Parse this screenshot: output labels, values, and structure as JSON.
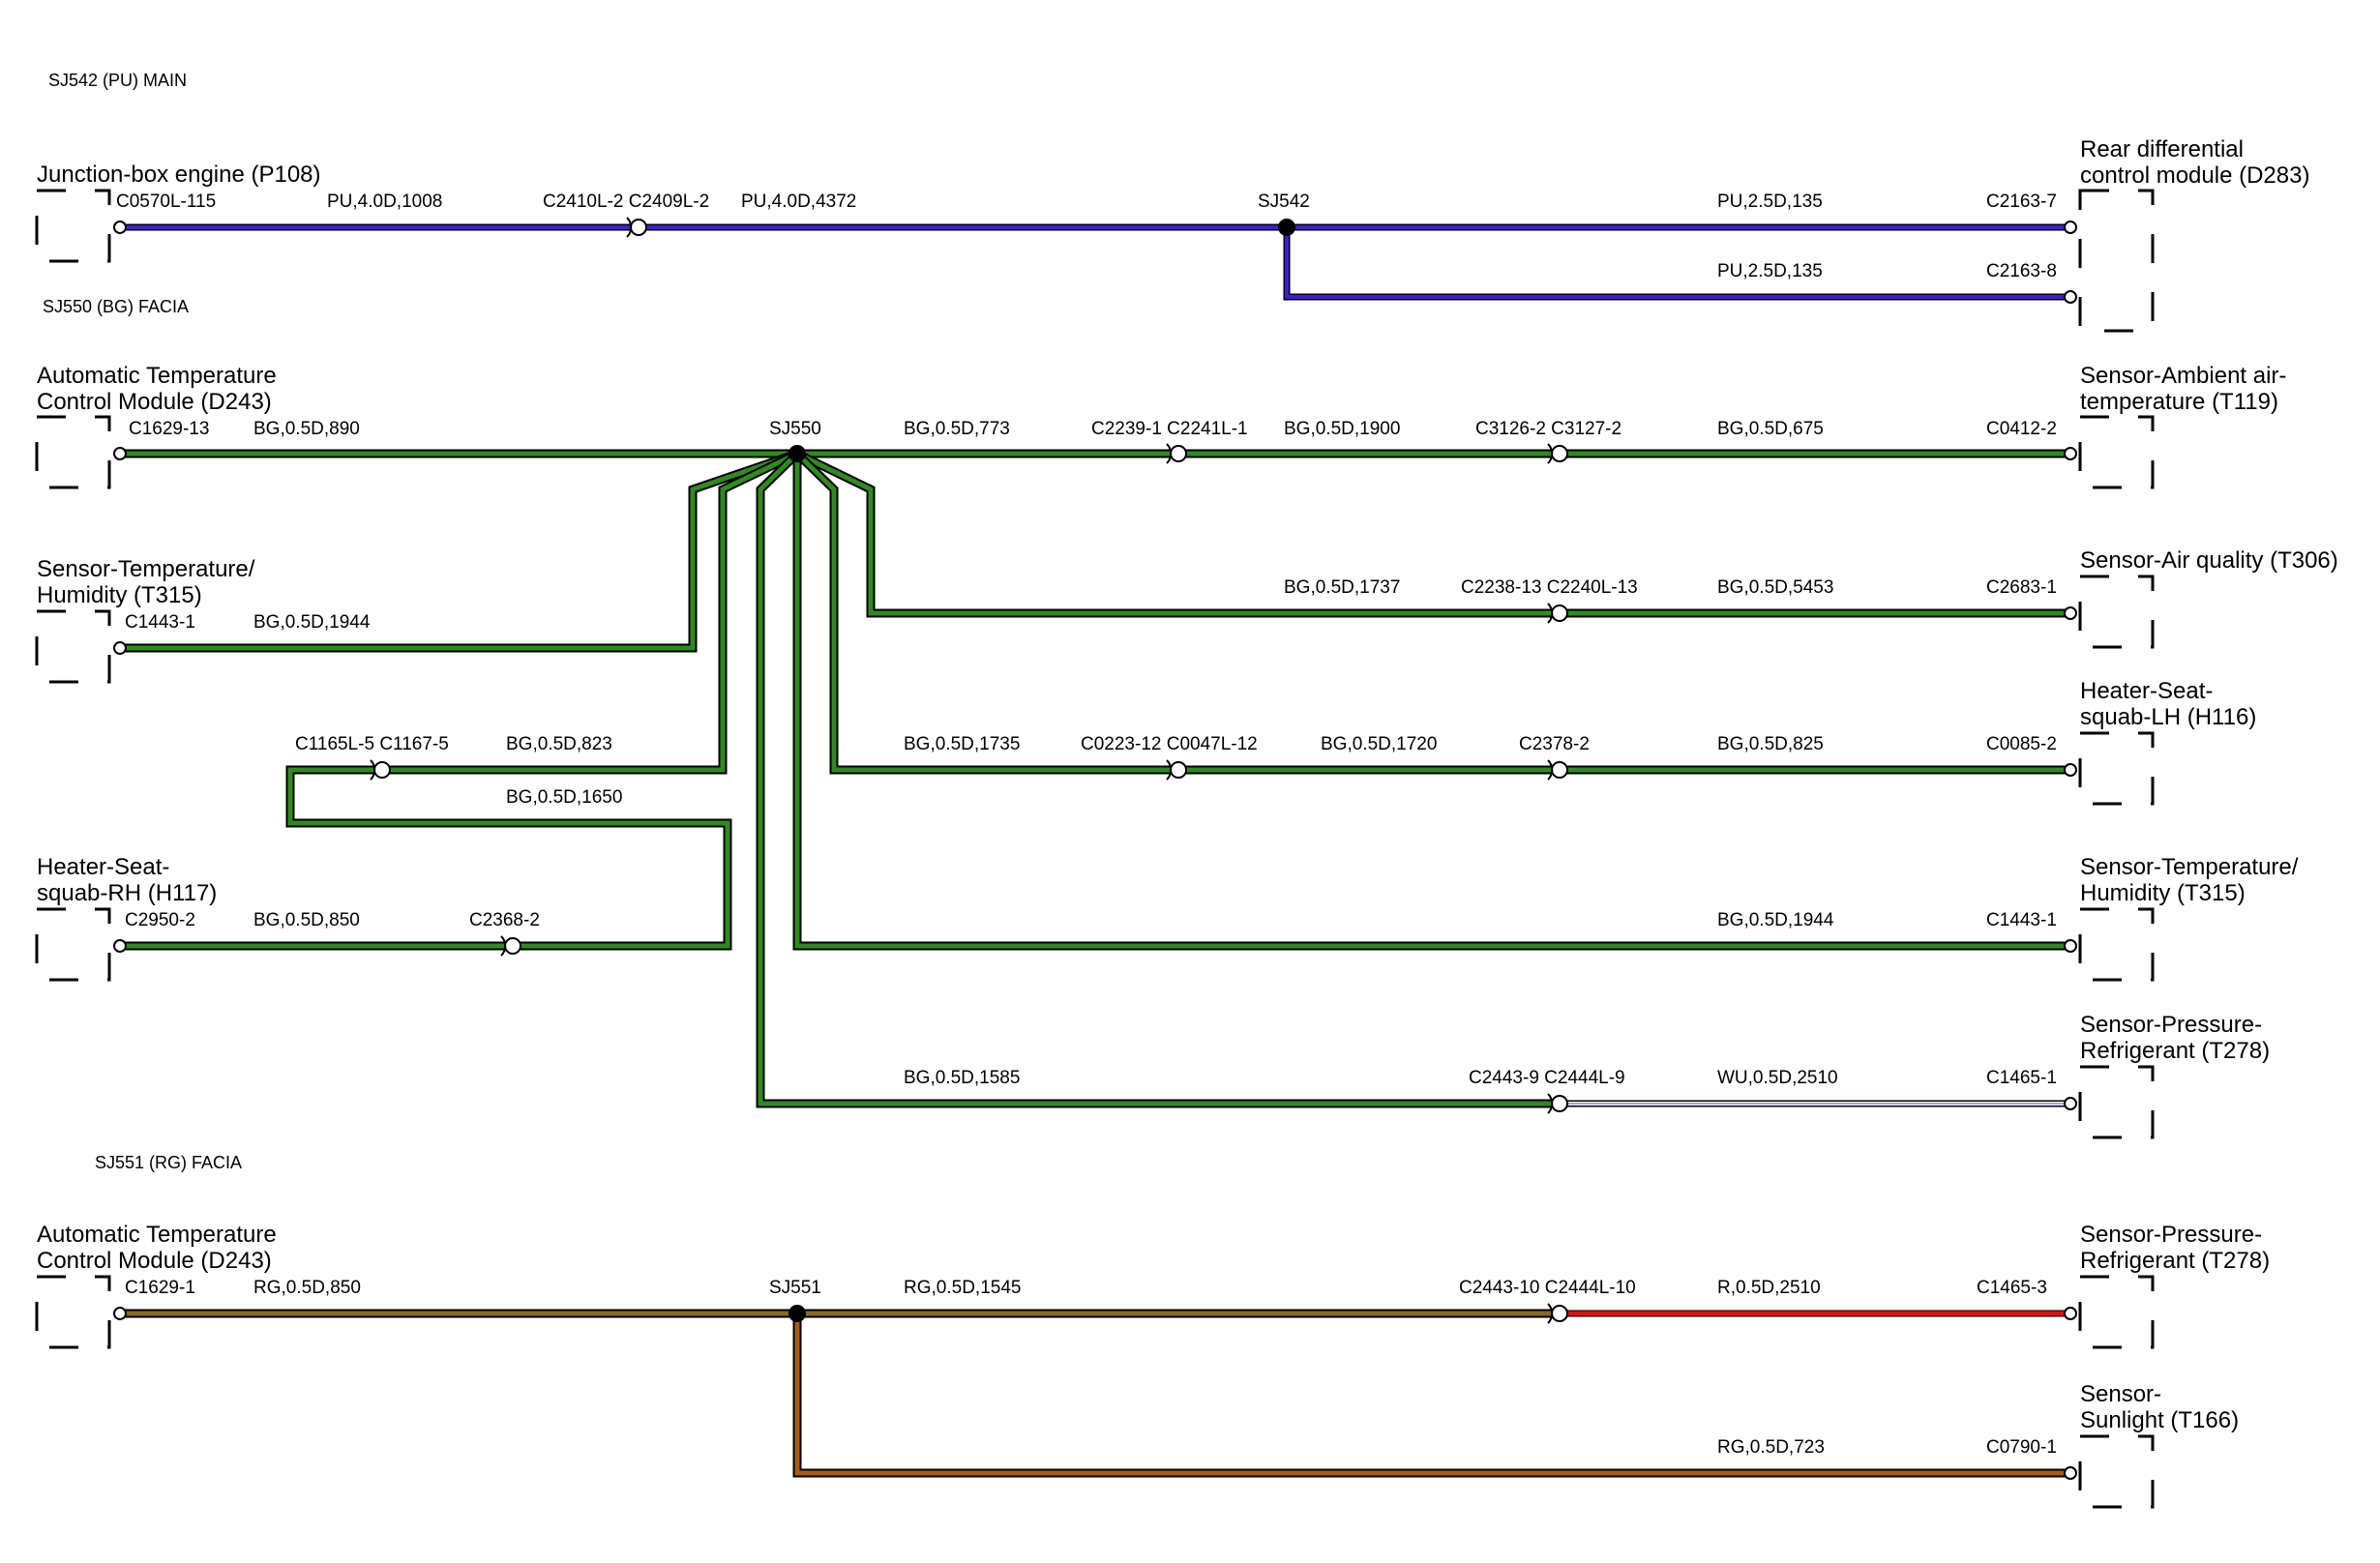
{
  "sections": {
    "pu": "SJ542 (PU) MAIN",
    "bg": "SJ550 (BG) FACIA",
    "rg": "SJ551 (RG) FACIA"
  },
  "components": {
    "junction_box": [
      "Junction-box engine (P108)"
    ],
    "rear_diff": [
      "Rear differential",
      "control module (D283)"
    ],
    "atcm_bg": [
      "Automatic Temperature",
      "Control Module (D243)"
    ],
    "ambient_sensor": [
      "Sensor-Ambient air-",
      "temperature (T119)"
    ],
    "temp_hum_left": [
      "Sensor-Temperature/",
      "Humidity (T315)"
    ],
    "air_quality": [
      "Sensor-Air quality (T306)"
    ],
    "heater_lh": [
      "Heater-Seat-",
      "squab-LH (H116)"
    ],
    "heater_rh": [
      "Heater-Seat-",
      "squab-RH (H117)"
    ],
    "temp_hum_right": [
      "Sensor-Temperature/",
      "Humidity (T315)"
    ],
    "pressure_bg": [
      "Sensor-Pressure-",
      "Refrigerant (T278)"
    ],
    "atcm_rg": [
      "Automatic Temperature",
      "Control Module (D243)"
    ],
    "pressure_rg": [
      "Sensor-Pressure-",
      "Refrigerant (T278)"
    ],
    "sunlight": [
      "Sensor-",
      "Sunlight (T166)"
    ]
  },
  "splices": {
    "sj542": "SJ542",
    "sj550": "SJ550",
    "sj551": "SJ551"
  },
  "connectors": {
    "c0570l_115": "C0570L-115",
    "c2410l_c2409l": "C2410L-2 C2409L-2",
    "c2163_7": "C2163-7",
    "c2163_8": "C2163-8",
    "c1629_13": "C1629-13",
    "c2239_c2241l": "C2239-1 C2241L-1",
    "c3126_c3127": "C3126-2 C3127-2",
    "c0412_2": "C0412-2",
    "c1443_1_left": "C1443-1",
    "c2238_c2240l": "C2238-13 C2240L-13",
    "c2683_1": "C2683-1",
    "c1165l_c1167": "C1165L-5 C1167-5",
    "c0223_c0047l": "C0223-12 C0047L-12",
    "c2378_2": "C2378-2",
    "c0085_2": "C0085-2",
    "c2950_2": "C2950-2",
    "c2368_2": "C2368-2",
    "c1443_1_right": "C1443-1",
    "c2443_9_c2444l_9": "C2443-9 C2444L-9",
    "c1465_1": "C1465-1",
    "c1629_1": "C1629-1",
    "c2443_10_c2444l_10": "C2443-10 C2444L-10",
    "c1465_3": "C1465-3",
    "c0790_1": "C0790-1"
  },
  "wires": {
    "pu_1008": "PU,4.0D,1008",
    "pu_4372": "PU,4.0D,4372",
    "pu_135_a": "PU,2.5D,135",
    "pu_135_b": "PU,2.5D,135",
    "bg_890": "BG,0.5D,890",
    "bg_773": "BG,0.5D,773",
    "bg_1900": "BG,0.5D,1900",
    "bg_675": "BG,0.5D,675",
    "bg_1944_left": "BG,0.5D,1944",
    "bg_1737": "BG,0.5D,1737",
    "bg_5453": "BG,0.5D,5453",
    "bg_823": "BG,0.5D,823",
    "bg_1650": "BG,0.5D,1650",
    "bg_1735": "BG,0.5D,1735",
    "bg_1720": "BG,0.5D,1720",
    "bg_825": "BG,0.5D,825",
    "bg_850": "BG,0.5D,850",
    "bg_1944_right": "BG,0.5D,1944",
    "bg_1585": "BG,0.5D,1585",
    "wu_2510": "WU,0.5D,2510",
    "rg_850": "RG,0.5D,850",
    "rg_1545": "RG,0.5D,1545",
    "r_2510": "R,0.5D,2510",
    "rg_723": "RG,0.5D,723"
  },
  "colors": {
    "purple_wire": "#3a1fd6",
    "green_wire": "#2f8a1f",
    "blue_white_wire": "#8080e0",
    "red_wire": "#e01010",
    "rg_wire": "#8b6a1a",
    "outline": "#000000",
    "background": "#ffffff"
  }
}
